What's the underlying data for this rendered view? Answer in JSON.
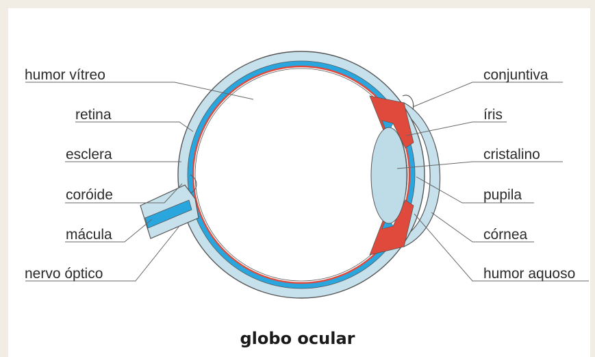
{
  "title": "globo ocular",
  "labels": {
    "left": [
      "humor vítreo",
      "retina",
      "esclera",
      "coróide",
      "mácula",
      "nervo óptico"
    ],
    "right": [
      "conjuntiva",
      "íris",
      "cristalino",
      "pupila",
      "córnea",
      "humor aquoso"
    ]
  },
  "colors": {
    "background": "#f1ede4",
    "sclera": "#c6e0ec",
    "retina_layer": "#2aa6df",
    "choroid": "#e04a3c",
    "lens": "#bddce8",
    "outline": "#555555"
  }
}
